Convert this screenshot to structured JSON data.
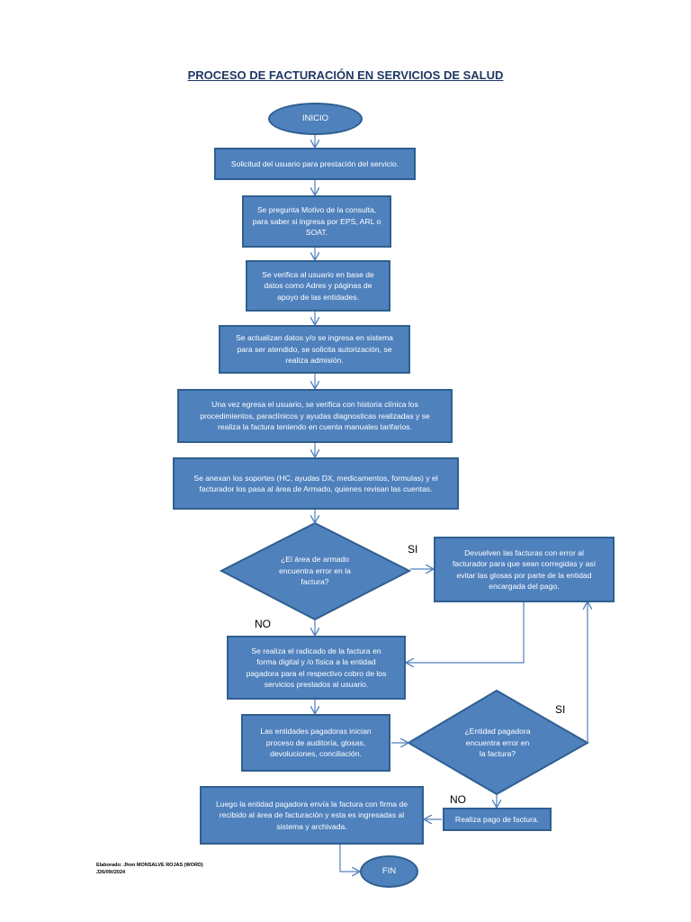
{
  "title": "PROCESO DE FACTURACIÓN EN SERVICIOS DE SALUD",
  "colors": {
    "node_fill": "#4f81bd",
    "node_border": "#2f5f8f",
    "arrow": "#4f81bd",
    "title": "#1f3864"
  },
  "nodes": {
    "inicio": "INICIO",
    "step1": "Solicitud del usuario para prestación del servicio.",
    "step2": "Se pregunta Motivo de la consulta,\npara saber si ingresa por EPS, ARL o\nSOAT.",
    "step3": "Se verifica al usuario en base de\ndatos como Adres y páginas de\napoyo de las entidades.",
    "step4": "Se actualizan datos y/o se ingresa en sistema\npara ser atendido, se solicita autorización, se\nrealiza admisión.",
    "step5": "Una vez egresa el usuario, se verifica con historia clínica los\nprocedimientos, paraclínicos y ayudas diagnosticas realizadas  y se\nrealiza la factura teniendo en cuenta manuales tarifarios.",
    "step6": "Se anexan  los soportes (HC, ayudas DX, medicamentos, formulas) y el\nfacturador los pasa al área de Armado, quienes revisan las cuentas.",
    "decision1": "¿El área de armado\nencuentra error en la\nfactura?",
    "devuelven": "Devuelven las facturas con error al\nfacturador para que sean corregidas y así\nevitar las glosas por parte de la entidad\nencargada del pago.",
    "radicado": "Se realiza el radicado de la factura  en\nforma digital y /o física a la entidad\npagadora para el respectivo cobro de los\nservicios prestados al usuario.",
    "auditoria": "Las entidades pagadoras inician\nproceso de auditoría, glosas,\ndevoluciones, conciliación.",
    "decision2": "¿Entidad pagadora\nencuentra error en\nla factura?",
    "pago": "Realiza pago de factura.",
    "luego": "Luego la entidad pagadora envía la factura con firma de\nrecibido al área de facturación  y  esta es  ingresadas al\nsistema y archivada.",
    "fin": "FIN"
  },
  "labels": {
    "si1": "SI",
    "no1": "NO",
    "si2": "SI",
    "no2": "NO"
  },
  "credit": {
    "line1": "Elaborado: Jhon MONSALVE ROJAS (WORD)",
    "line2": "J26/09//2024"
  }
}
